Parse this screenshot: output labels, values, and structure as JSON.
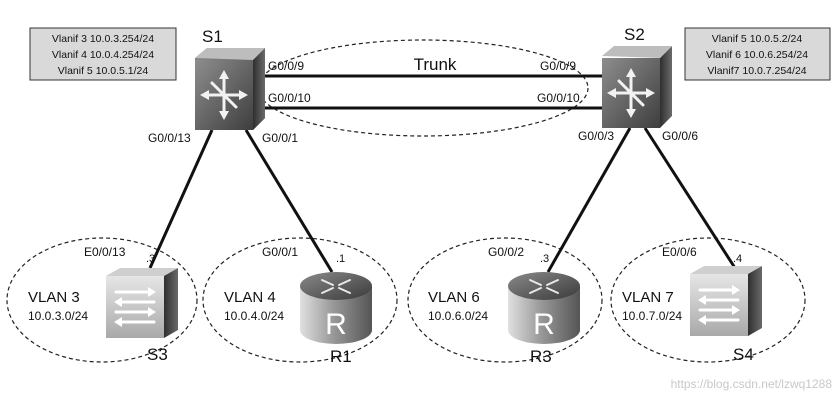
{
  "trunk": {
    "label": "Trunk"
  },
  "s1": {
    "name": "S1",
    "vlanif_lines": [
      "Vlanif 3 10.0.3.254/24",
      "Vlanif 4 10.0.4.254/24",
      "Vlanif 5 10.0.5.1/24"
    ],
    "ports": {
      "trunk_top": "G0/0/9",
      "trunk_bottom": "G0/0/10",
      "to_s3": "G0/0/13",
      "to_r1": "G0/0/1"
    }
  },
  "s2": {
    "name": "S2",
    "vlanif_lines": [
      "Vlanif 5 10.0.5.2/24",
      "Vlanif 6 10.0.6.254/24",
      "Vlanif7 10.0.7.254/24"
    ],
    "ports": {
      "trunk_top": "G0/0/9",
      "trunk_bottom": "G0/0/10",
      "to_r3": "G0/0/3",
      "to_s4": "G0/0/6"
    }
  },
  "s3": {
    "name": "S3",
    "port": "E0/0/13",
    "host": ".3",
    "vlan": "VLAN 3",
    "network": "10.0.3.0/24"
  },
  "r1": {
    "name": "R1",
    "port": "G0/0/1",
    "host": ".1",
    "vlan": "VLAN 4",
    "network": "10.0.4.0/24",
    "glyph": "R"
  },
  "r3": {
    "name": "R3",
    "port": "G0/0/2",
    "host": ".3",
    "vlan": "VLAN 6",
    "network": "10.0.6.0/24",
    "glyph": "R"
  },
  "s4": {
    "name": "S4",
    "port": "E0/0/6",
    "host": ".4",
    "vlan": "VLAN 7",
    "network": "10.0.7.0/24"
  },
  "watermark": "https://blog.csdn.net/lzwq1288",
  "colors": {
    "line": "#111111",
    "device_dark": "#5a5a5a",
    "device_light": "#cfcfcf",
    "info_box": "#d9d9d9"
  },
  "icons": {
    "l3_switch": "l3-switch-icon",
    "l2_switch": "l2-switch-icon",
    "router": "router-icon"
  }
}
